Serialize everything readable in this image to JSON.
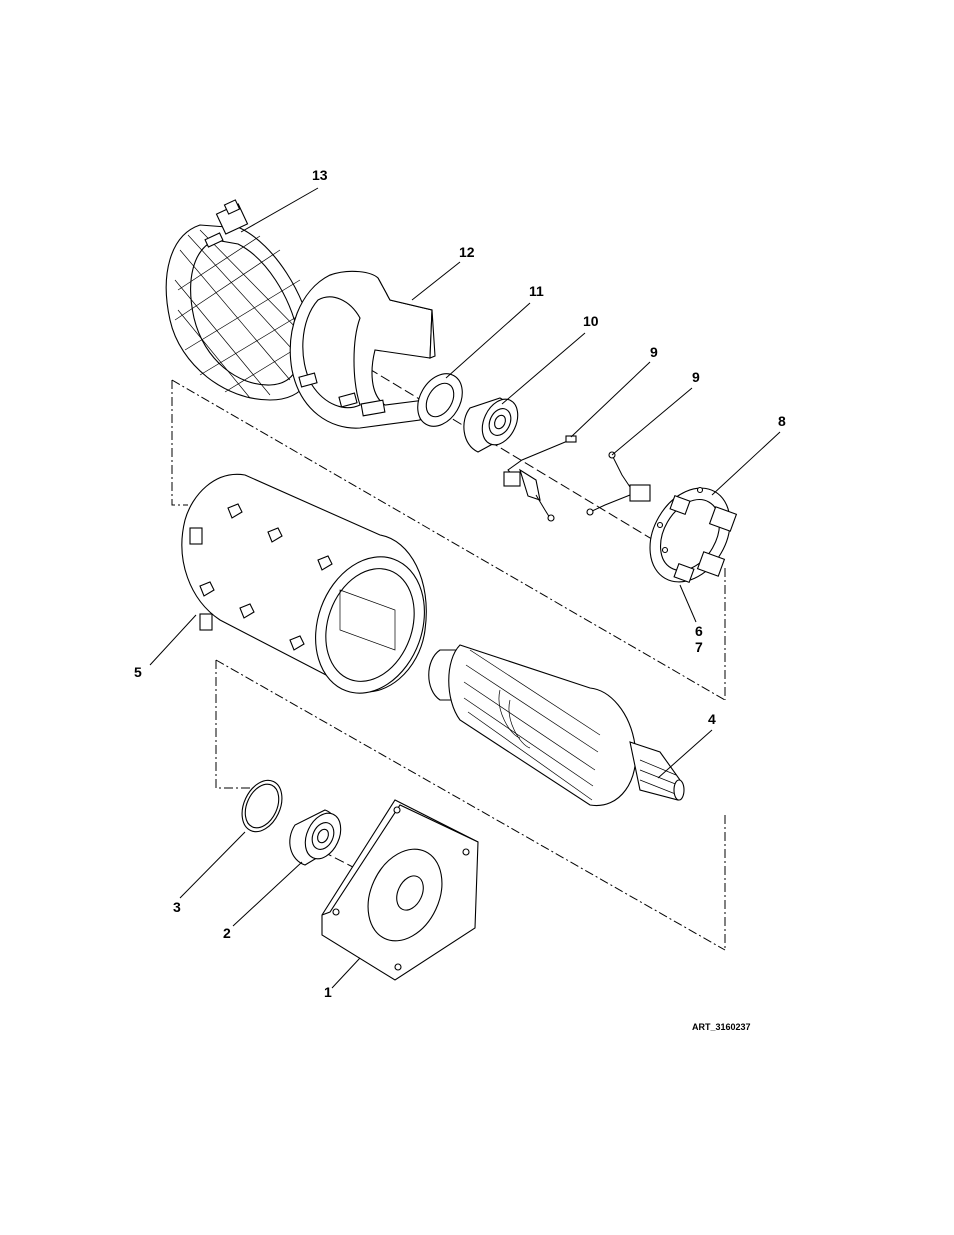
{
  "callouts": {
    "c1": "1",
    "c2": "2",
    "c3": "3",
    "c4": "4",
    "c5": "5",
    "c6": "6",
    "c7": "7",
    "c8": "8",
    "c9a": "9",
    "c9b": "9",
    "c10": "10",
    "c11": "11",
    "c12": "12",
    "c13": "13"
  },
  "art_id": "ART_3160237"
}
